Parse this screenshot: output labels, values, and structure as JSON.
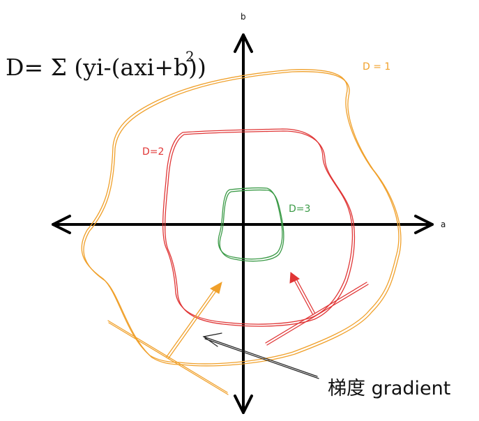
{
  "formula": {
    "main": "D= Σ (yi-(axi+b))",
    "exponent": "2"
  },
  "axes": {
    "x_label": "a",
    "y_label": "b"
  },
  "contours": [
    {
      "label": "D = 1",
      "color": "#f0a02a"
    },
    {
      "label": "D=2",
      "color": "#e03535"
    },
    {
      "label": "D=3",
      "color": "#3a9a46"
    }
  ],
  "gradient_label": "梯度 gradient",
  "colors": {
    "axis": "#000000",
    "pointer": "#222222"
  }
}
